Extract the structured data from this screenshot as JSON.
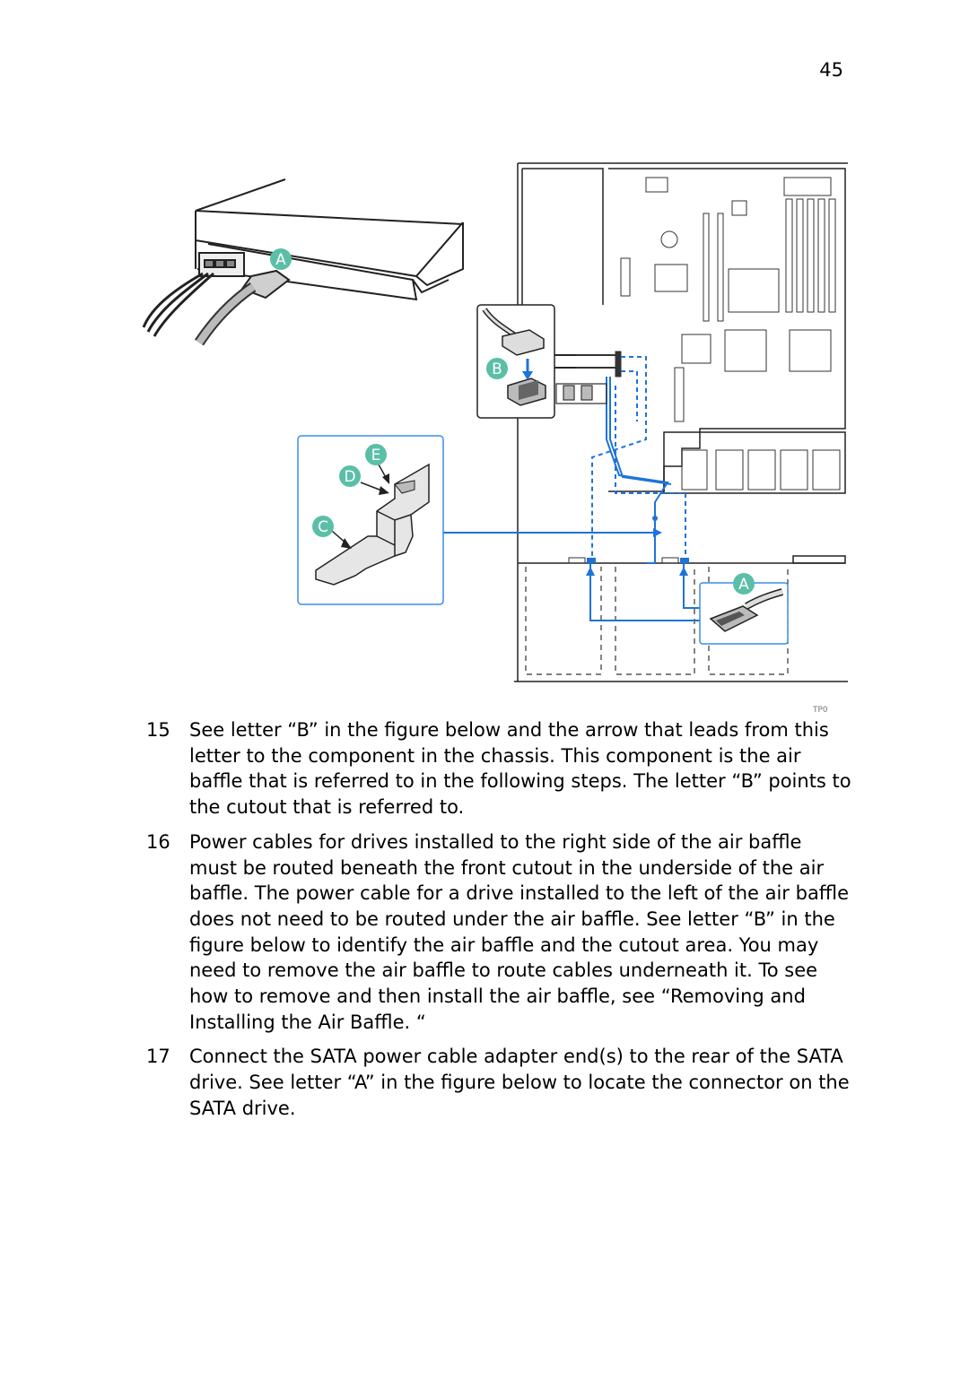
{
  "page": {
    "number": "45"
  },
  "figure": {
    "callouts": {
      "a_top": "A",
      "b": "B",
      "c": "C",
      "d": "D",
      "e": "E",
      "a_bottom": "A"
    },
    "code": "TP0",
    "colors": {
      "callout": "#5bbfa8",
      "route": "#1e73d8",
      "line": "#222222",
      "panel_border": "#3a8ee6"
    }
  },
  "steps": [
    {
      "num": "15",
      "text": "See letter “B” in the figure below and the arrow that leads from this letter to the component in the chassis. This component is the air baffle that is referred to in the following steps. The letter “B” points to the cutout that is referred to."
    },
    {
      "num": "16",
      "text": "Power cables for drives installed to the right side of the air baffle must be routed beneath the front cutout in the underside of the air baffle. The power cable for a drive installed to the left of the air baffle does not need to be routed under the air baffle. See letter “B” in the figure below to identify the air baffle and the cutout area. You may need to remove the air baffle to route cables underneath it. To see how to remove and then install the air baffle, see “Removing and Installing the Air Baffle. “"
    },
    {
      "num": "17",
      "text": "Connect the SATA power cable adapter end(s) to the rear of the SATA drive. See letter “A” in the figure below to locate the connector on the SATA drive."
    }
  ]
}
